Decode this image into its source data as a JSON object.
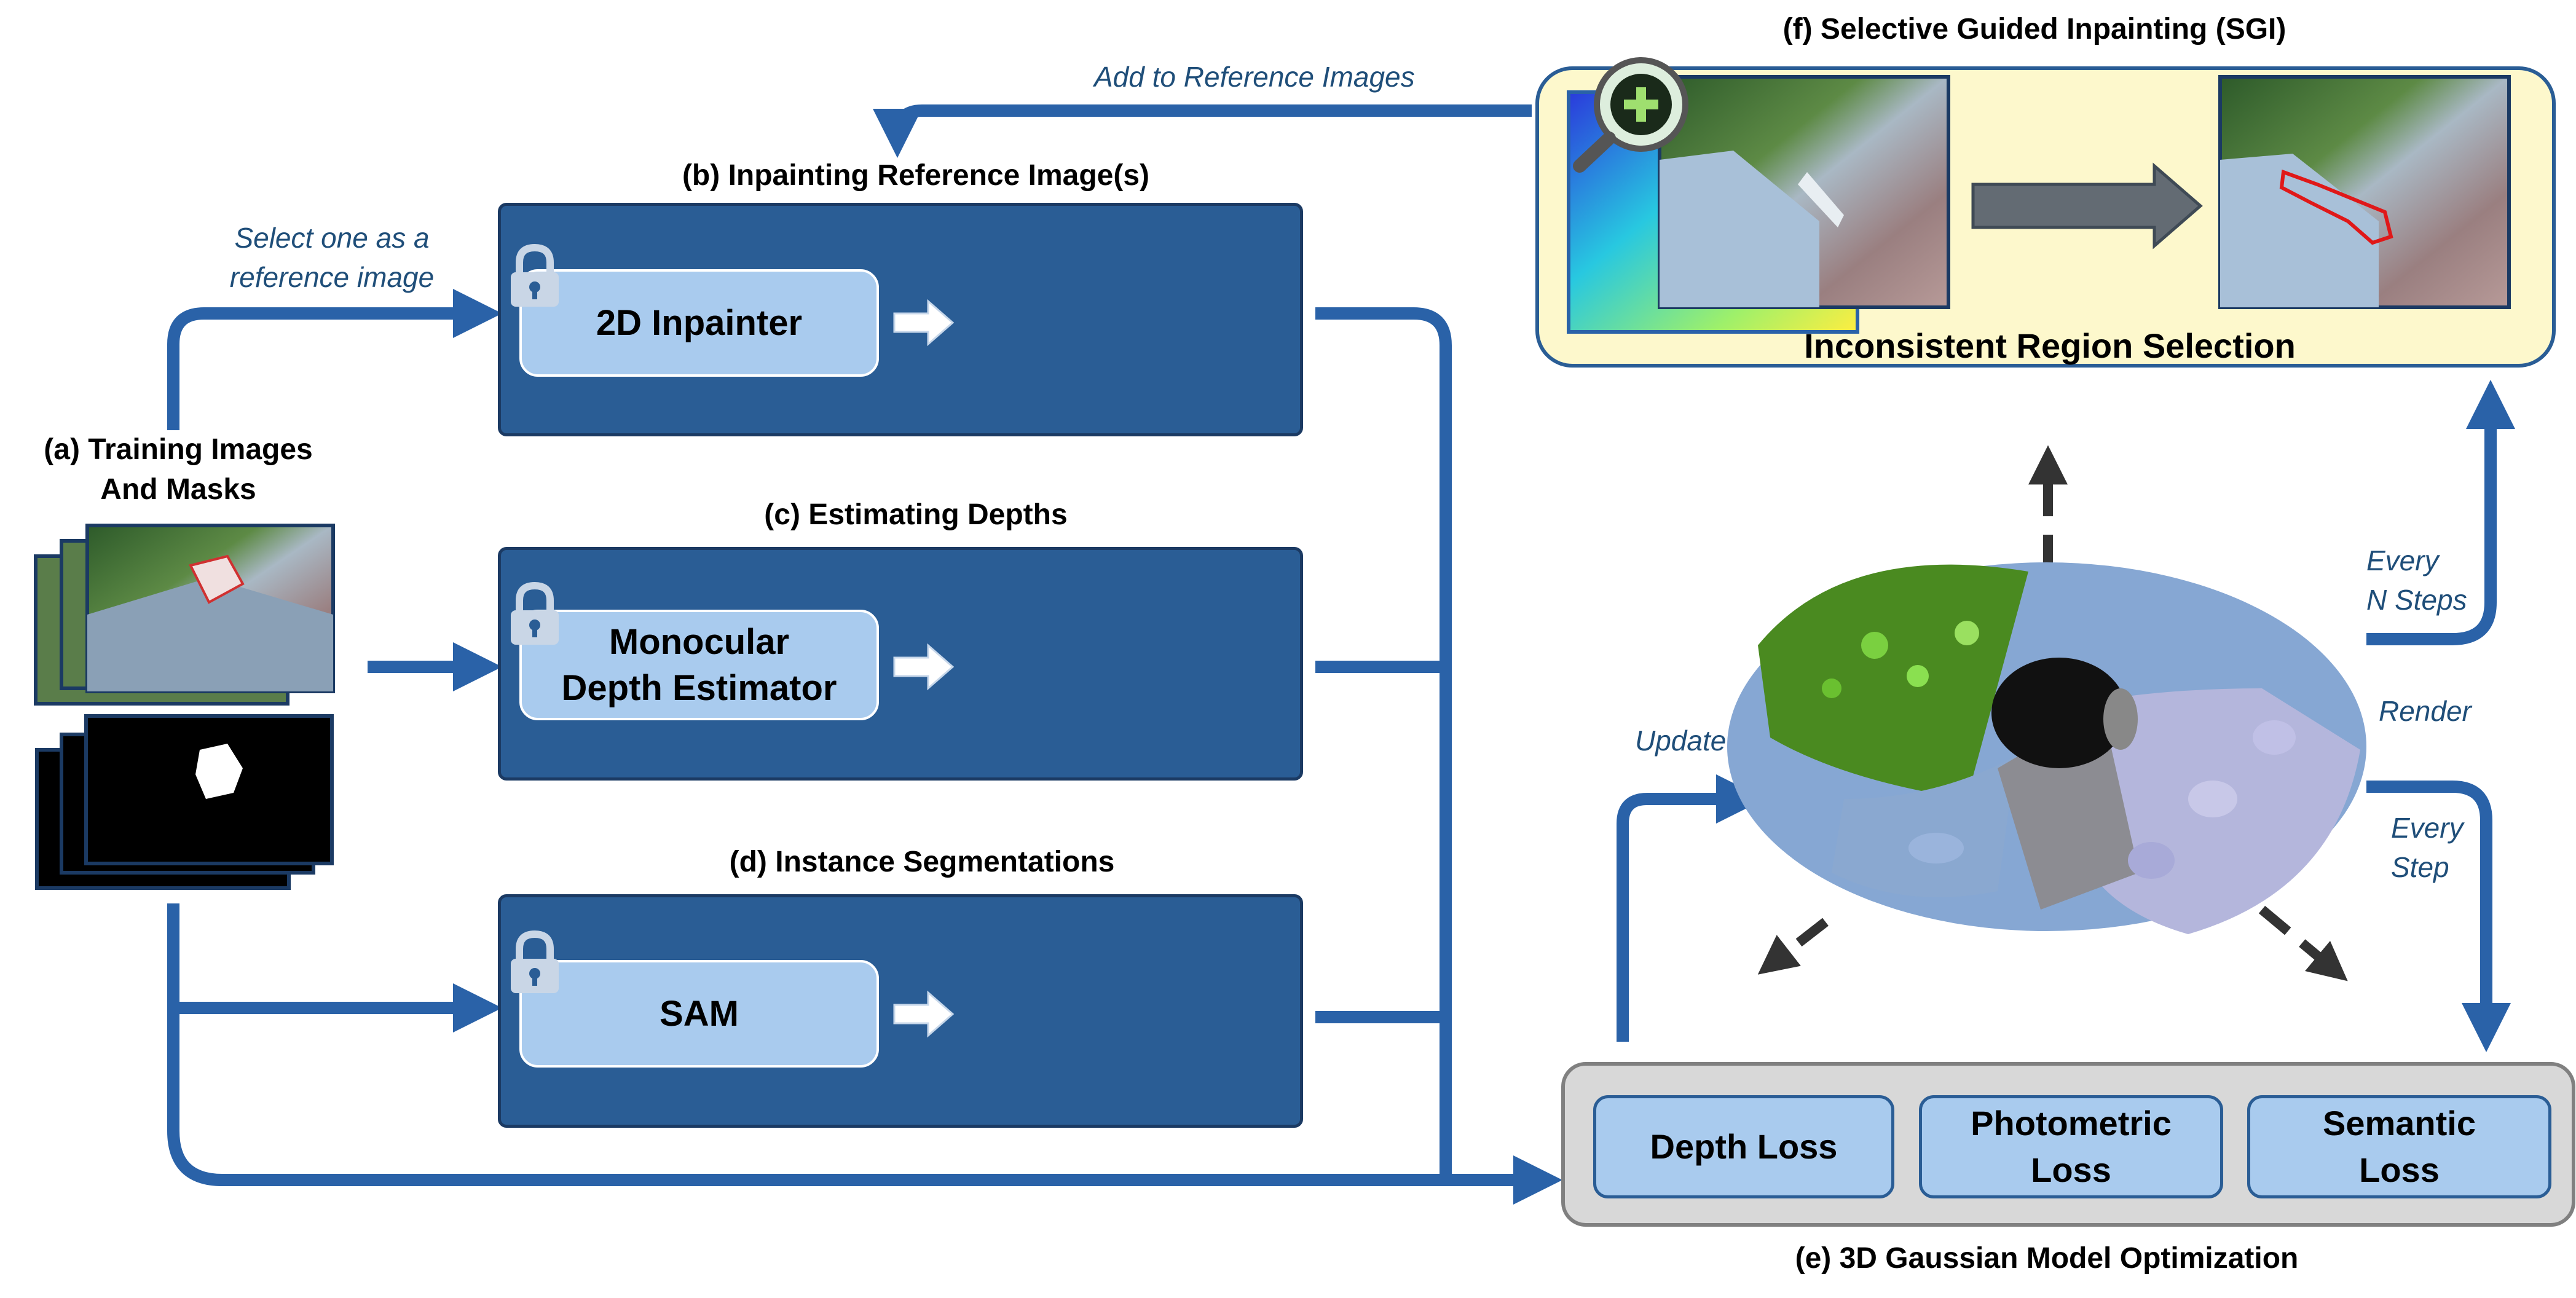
{
  "labels": {
    "training": "(a) Training Images\nAnd Masks",
    "inpaint_ref": "(b) Inpainting Reference Image(s)",
    "depths": "(c) Estimating Depths",
    "segmentations": "(d) Instance Segmentations",
    "optimization": "(e) 3D Gaussian Model Optimization",
    "sgi": "(f) Selective Guided Inpainting (SGI)"
  },
  "modules": {
    "inpainter": "2D Inpainter",
    "depth_estimator": "Monocular\nDepth Estimator",
    "sam": "SAM"
  },
  "losses": {
    "depth": "Depth Loss",
    "photometric": "Photometric\nLoss",
    "semantic": "Semantic\nLoss"
  },
  "sgi": {
    "region_selection": "Inconsistent Region Selection"
  },
  "annotations": {
    "add_reference": "Add to Reference Images",
    "select_reference": "Select one as a\nreference image",
    "every_n_steps": "Every\nN Steps",
    "render": "Render",
    "update": "Update",
    "every_step": "Every\nStep"
  },
  "colors": {
    "panel": "#2a5d95",
    "module": "#a9cbee",
    "arrow": "#2a62a8",
    "sgi_bg": "#fdf8cc",
    "loss_bg": "#d8d8d8"
  },
  "icons": [
    "lock-icon",
    "magnifier-plus-icon",
    "arrow-right-icon"
  ]
}
